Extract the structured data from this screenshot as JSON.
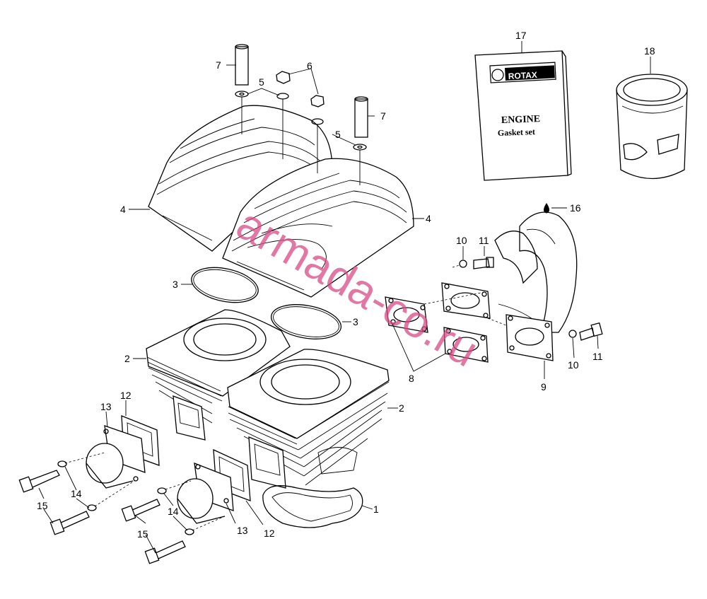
{
  "kit": {
    "brand": "ROTAX",
    "title": "ENGINE",
    "subtitle": "Gasket set"
  },
  "watermark": "armada-co.ru",
  "callouts": {
    "c1": "1",
    "c2a": "2",
    "c2b": "2",
    "c3a": "3",
    "c3b": "3",
    "c4a": "4",
    "c4b": "4",
    "c5a": "5",
    "c5b": "5",
    "c6": "6",
    "c7a": "7",
    "c7b": "7",
    "c8": "8",
    "c9": "9",
    "c10a": "10",
    "c10b": "10",
    "c11a": "11",
    "c11b": "11",
    "c12a": "12",
    "c12b": "12",
    "c13a": "13",
    "c13b": "13",
    "c14a": "14",
    "c14b": "14",
    "c15a": "15",
    "c15b": "15",
    "c16": "16",
    "c17": "17",
    "c18": "18"
  }
}
